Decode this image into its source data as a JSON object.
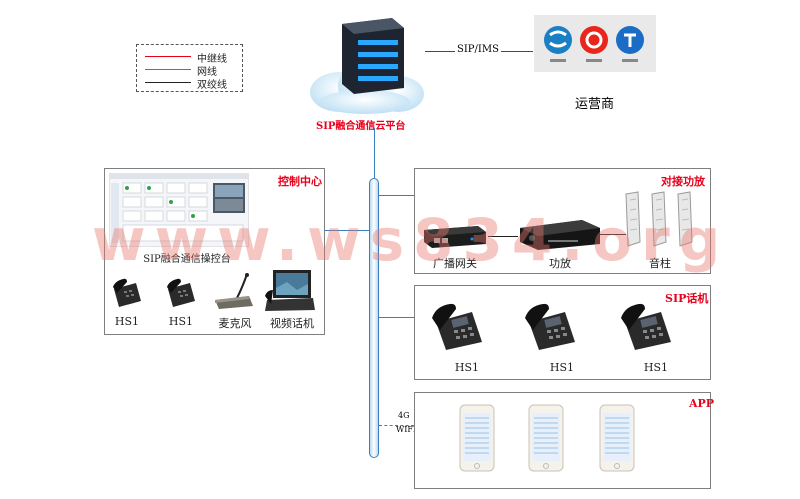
{
  "legend": {
    "items": [
      {
        "label": "中继线",
        "color": "#e8001c"
      },
      {
        "label": "网线",
        "color": "#3a7ec2"
      },
      {
        "label": "双绞线",
        "color": "#222222"
      }
    ]
  },
  "cloud": {
    "label": "SIP融合通信云平台"
  },
  "carrier": {
    "link_label": "SIP/IMS",
    "label": "运营商"
  },
  "control_center": {
    "title": "控制中心",
    "console_label": "SIP融合通信操控台",
    "devices": [
      "HS1",
      "HS1",
      "麦克风",
      "视频话机"
    ]
  },
  "amp_section": {
    "title": "对接功放",
    "devices": [
      "广播网关",
      "功放",
      "音柱"
    ]
  },
  "sip_phones": {
    "title": "SIP话机",
    "devices": [
      "HS1",
      "HS1",
      "HS1"
    ]
  },
  "app_section": {
    "title": "APP",
    "link_label_1": "4G",
    "link_label_2": "WIFI"
  },
  "watermark": "www.ws834.org",
  "colors": {
    "accent_red": "#e8001c",
    "network_blue": "#3a7ec2"
  }
}
